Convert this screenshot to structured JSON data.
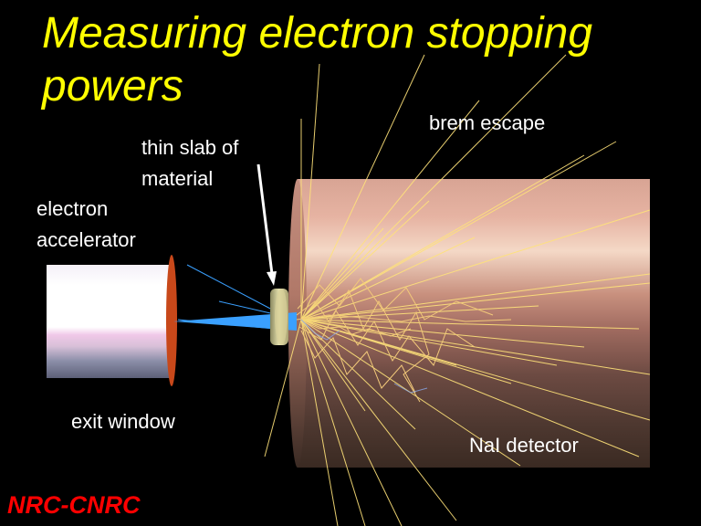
{
  "title": "Measuring electron stopping powers",
  "labels": {
    "thin_slab": "thin slab of material",
    "accelerator": "electron accelerator",
    "exit_window": "exit window",
    "brem_escape": "brem escape",
    "detector": "NaI detector"
  },
  "logo": "NRC-CNRC",
  "colors": {
    "title": "#ffff00",
    "text": "#ffffff",
    "logo": "#ff0000",
    "beam": "#3aa0ff",
    "tracks": "#ffe37a",
    "window": "#c8481a"
  },
  "icons": {
    "pointer": "white-arrow-icon"
  }
}
